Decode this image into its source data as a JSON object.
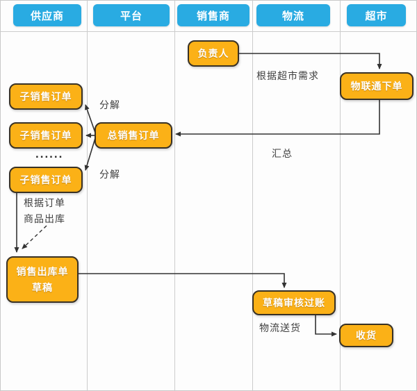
{
  "diagram_title": "supermarket-ordering-fulfillment-swimlane-flowchart",
  "lanes": [
    {
      "label": "供应商"
    },
    {
      "label": "平台"
    },
    {
      "label": "销售商"
    },
    {
      "label": "物流"
    },
    {
      "label": "超市"
    }
  ],
  "nodes": {
    "responsible_person": {
      "label": "负责人"
    },
    "iot_order": {
      "label": "物联通下单"
    },
    "total_sales_order": {
      "label": "总销售订单"
    },
    "sub_sales_order_1": {
      "label": "子销售订单"
    },
    "sub_sales_order_2": {
      "label": "子销售订单"
    },
    "sub_sales_order_3": {
      "label": "子销售订单"
    },
    "sales_outbound_draft": {
      "line1": "销售出库单",
      "line2": "草稿"
    },
    "draft_review_posting": {
      "label": "草稿审核过账"
    },
    "receive_goods": {
      "label": "收货"
    }
  },
  "labels": {
    "per_supermarket_demand": "根据超市需求",
    "decompose_1": "分解",
    "summarize": "汇总",
    "decompose_2": "分解",
    "ellipsis": "......",
    "per_order": "根据订单",
    "goods_outbound": "商品出库",
    "logistics_delivery": "物流送货"
  },
  "colors": {
    "lane_header_fill": "#29abe2",
    "node_fill": "#fbb117",
    "node_border": "#383125",
    "node_text": "#ffffff",
    "label_text": "#3f3f3f",
    "arrow": "#333333",
    "grid_line": "#cccccc"
  }
}
